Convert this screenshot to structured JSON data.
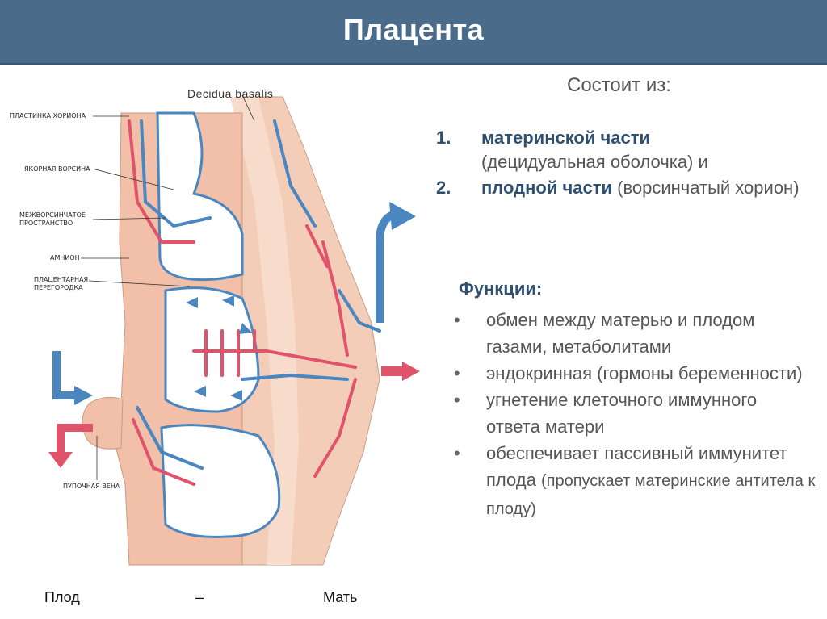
{
  "slide": {
    "title": "Плацента"
  },
  "diagram": {
    "labels": {
      "chorion_plate": "пластинка хориона",
      "anchor_villus": "якорная ворсина",
      "intervillous_space_1": "межворсинчатое",
      "intervillous_space_2": "пространство",
      "amnion": "амнион",
      "placental_septum_1": "плацентарная",
      "placental_septum_2": "перегородка",
      "umbilical_vein": "пупочная вена",
      "decidua_basalis": "Decidua basalis"
    },
    "bottom": {
      "fetus": "Плод",
      "dash": "–",
      "mother": "Мать"
    },
    "colors": {
      "tissue": "#f2c4b0",
      "decidua": "#f0d0bc",
      "artery": "#e0546b",
      "vein": "#4a86c0",
      "space": "#ffffff"
    }
  },
  "content": {
    "consists_of": "Состоит из:",
    "parts": [
      {
        "num": "1.",
        "strong": "материнской части",
        "rest": "(децидуальная оболочка) и"
      },
      {
        "num": "2.",
        "strong": "плодной части",
        "rest": "(ворсинчатый хорион)"
      }
    ],
    "functions_title": "Функции:",
    "functions": [
      {
        "text": "обмен между матерью и плодом газами, метаболитами",
        "small": ""
      },
      {
        "text": "эндокринная (гормоны беременности)",
        "small": ""
      },
      {
        "text": "угнетение клеточного иммунного ответа матери",
        "small": ""
      },
      {
        "text": "обеспечивает пассивный иммунитет плода",
        "small": "(пропускает материнские антитела к плоду)"
      }
    ]
  }
}
